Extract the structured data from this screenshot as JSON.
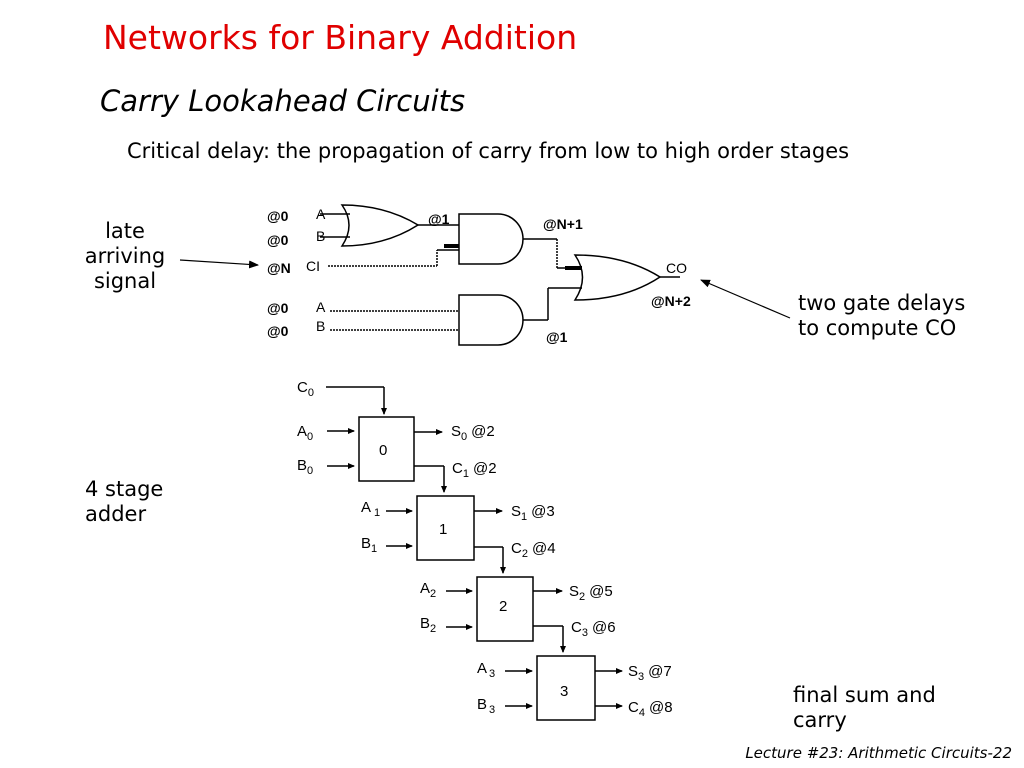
{
  "title": "Networks for Binary Addition",
  "subtitle": "Carry Lookahead Circuits",
  "critical_delay": "Critical delay: the propagation of carry from low to high order stages",
  "notes": {
    "late_1": "late",
    "late_2": "arriving",
    "late_3": "signal",
    "two_1": "two gate delays",
    "two_2": "to compute CO",
    "four_1": "4 stage",
    "four_2": "adder",
    "final_1": "final sum and",
    "final_2": "carry"
  },
  "footer": "Lecture #23: Arithmetic Circuits-22",
  "gate_circuit": {
    "t_a0": "@0",
    "t_b0": "@0",
    "t_cin": "@N",
    "t_a0b": "@0",
    "t_b0b": "@0",
    "t_or1": "@1",
    "t_and1": "@N+1",
    "t_and2": "@1",
    "t_co": "@N+2",
    "in_a": "A",
    "in_b": "B",
    "in_ci": "CI",
    "in_a2": "A",
    "in_b2": "B",
    "out_co": "CO"
  },
  "adder": {
    "c0": "C",
    "c0_sub": "0",
    "stages": [
      {
        "label": "0",
        "a": "A",
        "a_sub": "0",
        "b": "B",
        "b_sub": "0",
        "s": "S",
        "s_sub": "0",
        "s_time": "@2",
        "c": "C",
        "c_sub": "1",
        "c_time": "@2"
      },
      {
        "label": "1",
        "a": "A",
        "a_sub": "1",
        "b": "B",
        "b_sub": "1",
        "s": "S",
        "s_sub": "1",
        "s_time": "@3",
        "c": "C",
        "c_sub": "2",
        "c_time": "@4"
      },
      {
        "label": "2",
        "a": "A",
        "a_sub": "2",
        "b": "B",
        "b_sub": "2",
        "s": "S",
        "s_sub": "2",
        "s_time": "@5",
        "c": "C",
        "c_sub": "3",
        "c_time": "@6"
      },
      {
        "label": "3",
        "a": "A",
        "a_sub": "3",
        "b": "B",
        "b_sub": "3",
        "s": "S",
        "s_sub": "3",
        "s_time": "@7",
        "c": "C",
        "c_sub": "4",
        "c_time": "@8"
      }
    ]
  },
  "colors": {
    "title": "#e00000",
    "ink": "#000000"
  }
}
